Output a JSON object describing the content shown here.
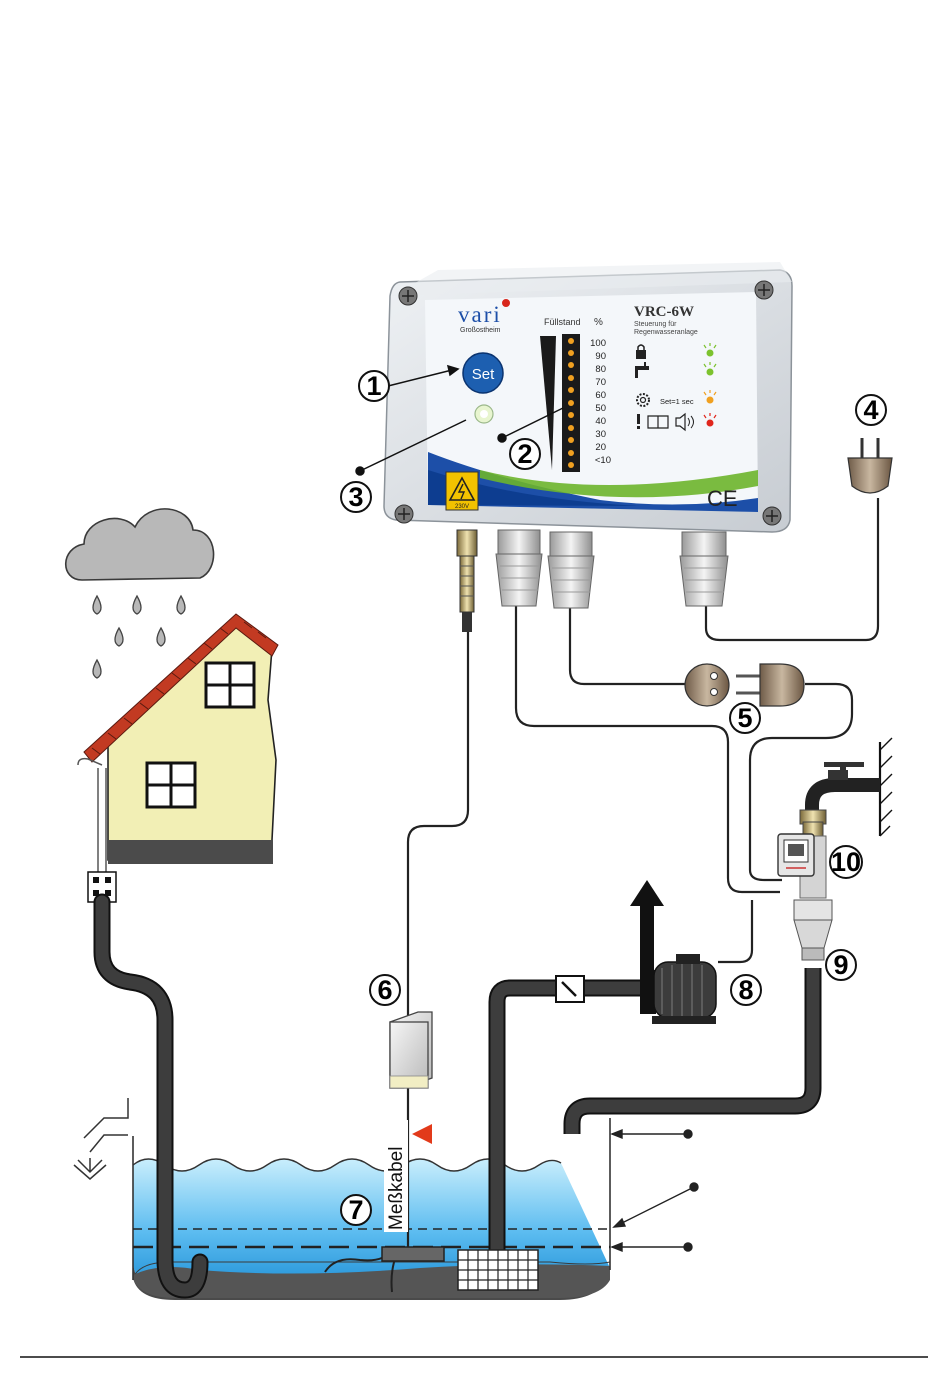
{
  "device": {
    "brand": "vari",
    "brand_city": "Großostheim",
    "model": "VRC-6W",
    "subtitle_line1": "Steuerung für",
    "subtitle_line2": "Regenwasseranlage",
    "set_button_label": "Set",
    "level_title": "Füllstand",
    "level_unit": "%",
    "level_scale": [
      "100",
      "90",
      "80",
      "70",
      "60",
      "50",
      "40",
      "30",
      "20",
      "<10"
    ],
    "set_hint": "Set=1 sec",
    "ce_mark": "CE",
    "warning_voltage": "230V"
  },
  "callouts": [
    "1",
    "2",
    "3",
    "4",
    "5",
    "6",
    "7",
    "8",
    "9",
    "10"
  ],
  "sensor_cable_label": "Meßkabel",
  "colors": {
    "water": "#4db0ea",
    "water_light": "#c8ecfb",
    "house_wall": "#f3f0b8",
    "roof": "#c0392b",
    "cloud": "#b9b9b9",
    "hose": "#3a3a3a",
    "button_blue": "#1d5fb0",
    "led_orange": "#f0a020",
    "marker_red": "#e23a1a"
  }
}
